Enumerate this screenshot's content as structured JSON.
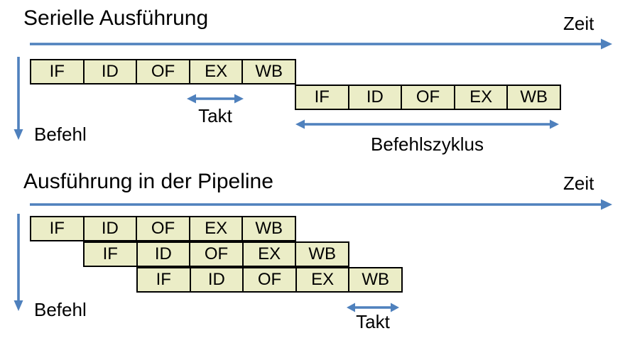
{
  "page": {
    "background": "#ffffff"
  },
  "colors": {
    "cell_fill": "#EBEDC7",
    "cell_border": "#000000",
    "arrow": "#4F81BD",
    "text": "#000000"
  },
  "labels": {
    "zeit": "Zeit",
    "takt": "Takt",
    "befehl": "Befehl",
    "befehlszyklus": "Befehlszyklus"
  },
  "sections": [
    {
      "title": "Serielle Ausführung",
      "rows": [
        {
          "stages": [
            "IF",
            "ID",
            "OF",
            "EX",
            "WB"
          ]
        },
        {
          "stages": [
            "IF",
            "ID",
            "OF",
            "EX",
            "WB"
          ]
        }
      ]
    },
    {
      "title": "Ausführung in der Pipeline",
      "rows": [
        {
          "stages": [
            "IF",
            "ID",
            "OF",
            "EX",
            "WB"
          ]
        },
        {
          "stages": [
            "IF",
            "ID",
            "OF",
            "EX",
            "WB"
          ]
        },
        {
          "stages": [
            "IF",
            "ID",
            "OF",
            "EX",
            "WB"
          ]
        }
      ]
    }
  ]
}
